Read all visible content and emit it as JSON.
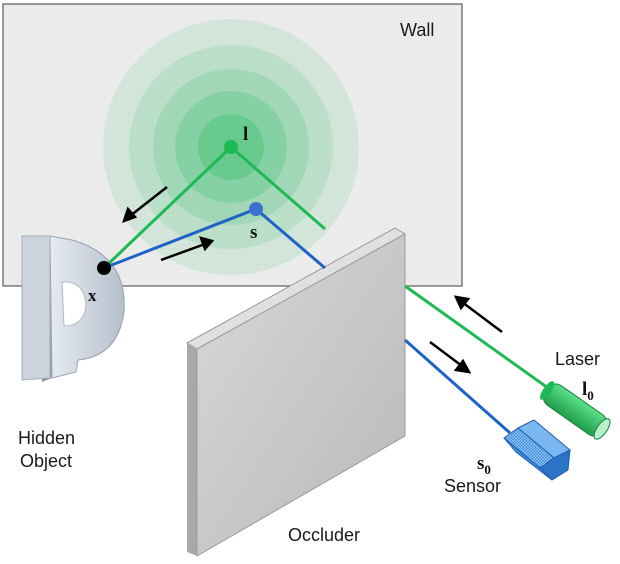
{
  "labels": {
    "wall": "Wall",
    "hidden_object_line1": "Hidden",
    "hidden_object_line2": "Object",
    "occluder": "Occluder",
    "laser": "Laser",
    "sensor": "Sensor"
  },
  "symbols": {
    "point_l": "l",
    "point_s": "s",
    "point_x": "x",
    "laser_source": "l",
    "laser_source_sub": "0",
    "sensor_pos": "s",
    "sensor_pos_sub": "0"
  },
  "colors": {
    "laser_path": "#1db954",
    "sensor_path": "#1f63c8",
    "wall_face": "#ececec",
    "wall_edge": "#7a7a7a",
    "occluder_face": "#cdcdcd",
    "occluder_edge": "#9a9a9a",
    "ripple": "#2dbb63",
    "laser_body": "#35c86a",
    "sensor_body": "#3a8ee0"
  }
}
